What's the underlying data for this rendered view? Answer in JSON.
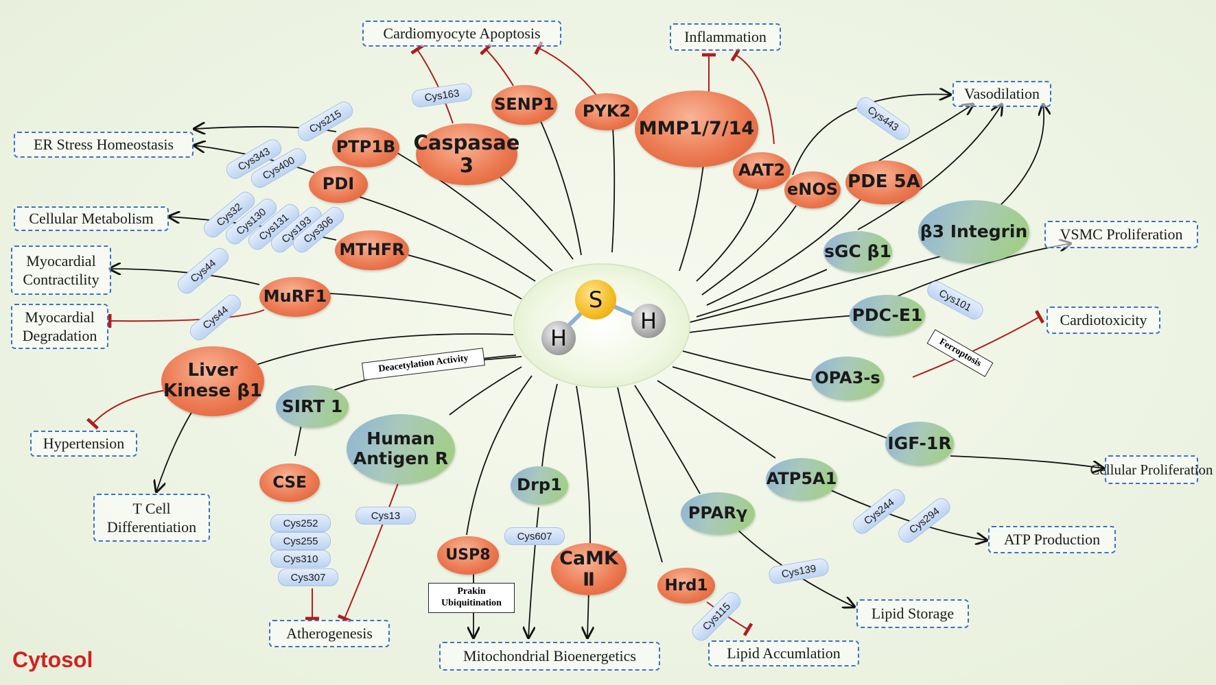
{
  "label": "Cytosol",
  "molecule": {
    "s": "S",
    "h1": "H",
    "h2": "H"
  },
  "proteins": {
    "caspase3": "Caspasae 3",
    "senp1": "SENP1",
    "pyk2": "PYK2",
    "mmp": "MMP1/7/14",
    "aat2": "AAT2",
    "enos": "eNOS",
    "pde5a": "PDE 5A",
    "b3integrin": "β3 Integrin",
    "sgcb1": "sGC β1",
    "pdce1": "PDC-E1",
    "opa3s": "OPA3-s",
    "igf1r": "IGF-1R",
    "atp5a1": "ATP5A1",
    "ppary": "PPARγ",
    "hrd1": "Hrd1",
    "camk": "CaMK Ⅱ",
    "drp1": "Drp1",
    "usp8": "USP8",
    "antigenr": "Human\nAntigen R",
    "cse": "CSE",
    "sirt1": "SIRT 1",
    "liverkinase": "Liver\nKinese β1",
    "murf1": "MuRF1",
    "mthfr": "MTHFR",
    "pdi": "PDI",
    "ptp1b": "PTP1B"
  },
  "effects": {
    "cardio_apoptosis": "Cardiomyocyte Apoptosis",
    "inflammation": "Inflammation",
    "vasodilation": "Vasodilation",
    "er_stress": "ER Stress Homeostasis",
    "cell_metab": "Cellular Metabolism",
    "myo_contract": "Myocardial\nContractility",
    "myo_degrad": "Myocardial\nDegradation",
    "vsmc": "VSMC Proliferation",
    "cardiotox": "Cardiotoxicity",
    "hypertension": "Hypertension",
    "tcell": "T Cell\nDifferentiation",
    "cell_prolif": "Cellular Proliferation",
    "atp_prod": "ATP Production",
    "lipid_storage": "Lipid Storage",
    "lipid_accum": "Lipid Accumlation",
    "mito_bioen": "Mitochondrial Bioenergetics",
    "atherogenesis": "Atherogenesis"
  },
  "cysteines": {
    "c163": "Cys163",
    "c215": "Cys215",
    "c343": "Cys343",
    "c400": "Cys400",
    "c32": "Cys32",
    "c130": "Cys130",
    "c131": "Cys131",
    "c193": "Cys193",
    "c306": "Cys306",
    "c44a": "Cys44",
    "c44b": "Cys44",
    "c443": "Cys443",
    "c101": "Cys101",
    "c244": "Cys244",
    "c294": "Cys294",
    "c139": "Cys139",
    "c115": "Cys115",
    "c607": "Cys607",
    "c13": "Cys13",
    "c252": "Cys252",
    "c255": "Cys255",
    "c310": "Cys310",
    "c307": "Cys307"
  },
  "notes": {
    "deacetylation": "Deacetylation Activity",
    "ferroptosis": "Ferroptosis",
    "prakin": "Prakin\nUbiquitination"
  },
  "colors": {
    "activate": "#111111",
    "inhibit": "#b01c1c",
    "label": "#d42020"
  }
}
